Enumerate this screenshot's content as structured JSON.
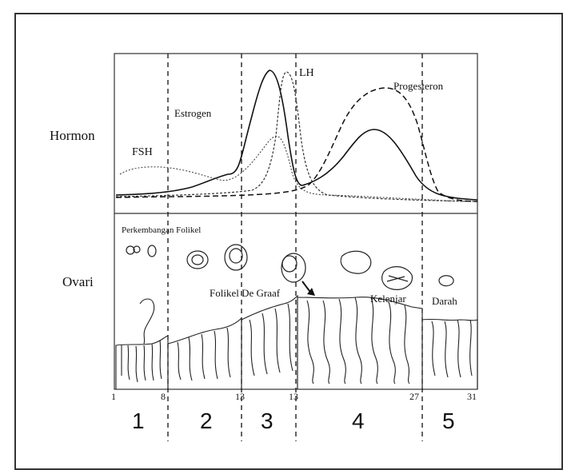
{
  "labels": {
    "row_hormon": "Hormon",
    "row_ovari": "Ovari",
    "fsh": "FSH",
    "estrogen": "Estrogen",
    "lh": "LH",
    "progesteron": "Progesteron",
    "perkembangan": "Perkembangan Folikel",
    "folikel_de_graaf": "Folikel De Graaf",
    "kelenjar": "Kelenjar",
    "darah": "Darah"
  },
  "day_ticks": [
    "1",
    "8",
    "13",
    "13",
    "27",
    "31"
  ],
  "phases": [
    "1",
    "2",
    "3",
    "4",
    "5"
  ],
  "colors": {
    "line": "#111111",
    "frame": "#333333",
    "background": "#ffffff"
  }
}
